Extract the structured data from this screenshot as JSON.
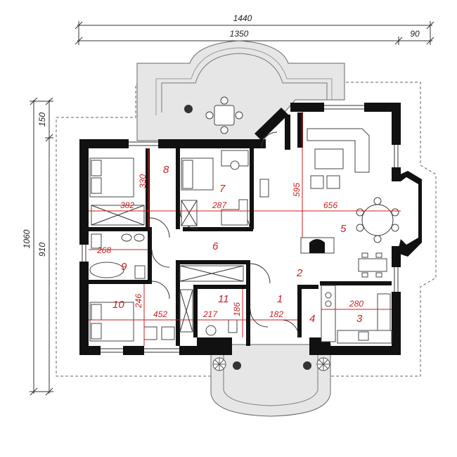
{
  "dimensions": {
    "total_width": "1440",
    "main_width": "1350",
    "overhang_width": "90",
    "total_depth": "1060",
    "main_depth": "910",
    "top_offset": "150"
  },
  "rooms": [
    {
      "id": "1",
      "dim": "182"
    },
    {
      "id": "2",
      "dim": ""
    },
    {
      "id": "3",
      "dim": "280"
    },
    {
      "id": "4",
      "dim": ""
    },
    {
      "id": "5",
      "dim": "656"
    },
    {
      "id": "6",
      "dim": ""
    },
    {
      "id": "7",
      "dim": "287"
    },
    {
      "id": "8",
      "dim": "382"
    },
    {
      "id": "9",
      "dim": "268"
    },
    {
      "id": "10",
      "dim": "452"
    },
    {
      "id": "11",
      "dim": "217"
    }
  ],
  "extra_dims": {
    "room5_depth": "595",
    "room8_depth": "330",
    "room10_depth": "246",
    "room11_depth": "186"
  },
  "colors": {
    "wall": "#111111",
    "terrace": "#e6e6e6",
    "annotation": "#cc1f1f"
  }
}
